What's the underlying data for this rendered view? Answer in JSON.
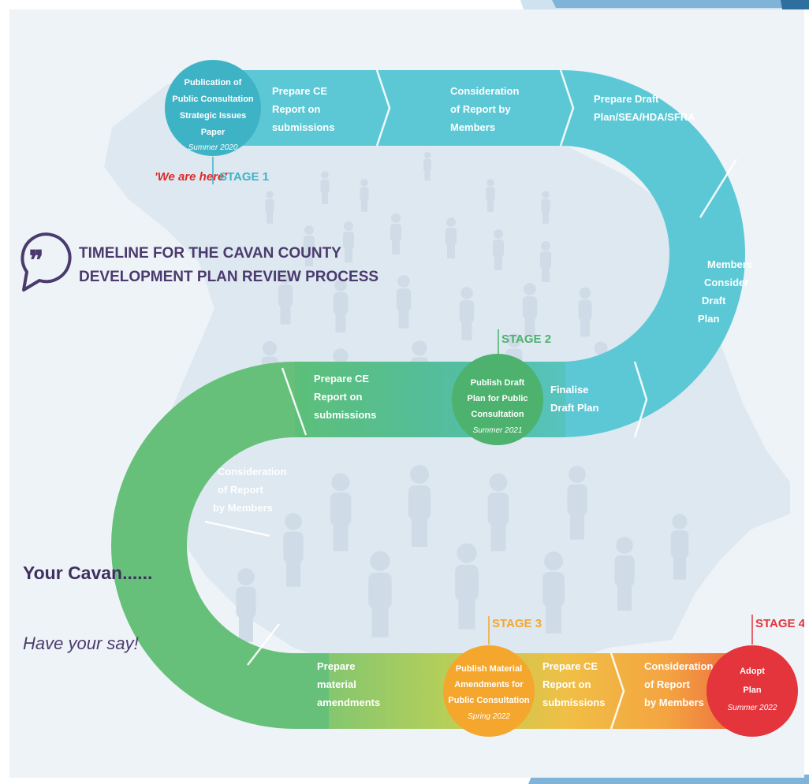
{
  "colors": {
    "stage1": "#3fb3c6",
    "stage2": "#4cb26d",
    "stage3": "#f4a62d",
    "stage4": "#e4343c",
    "path_cyan": "#5cc8d6",
    "path_green": "#62c07a",
    "heading_purple": "#4b3a6e",
    "we_are_here_red": "#e02a2a"
  },
  "title": {
    "line1": "TIMELINE FOR THE CAVAN COUNTY",
    "line2": "DEVELOPMENT PLAN REVIEW PROCESS",
    "icon": "speech-bubble-quote-icon"
  },
  "tagline": {
    "your_cavan": "Your Cavan......",
    "have_your_say": "Have your say!"
  },
  "marker": {
    "we_are_here": "'We are here'"
  },
  "milestones": [
    {
      "stage": "STAGE 1",
      "lines": [
        "Publication of",
        "Public Consultation",
        "Strategic Issues",
        "Paper"
      ],
      "date": "Summer 2020"
    },
    {
      "stage": "STAGE 2",
      "lines": [
        "Publish Draft",
        "Plan for Public",
        "Consultation"
      ],
      "date": "Summer 2021"
    },
    {
      "stage": "STAGE 3",
      "lines": [
        "Publish Material",
        "Amendments for",
        "Public Consultation"
      ],
      "date": "Spring 2022"
    },
    {
      "stage": "STAGE 4",
      "lines": [
        "Adopt",
        "Plan"
      ],
      "date": "Summer 2022"
    }
  ],
  "steps": {
    "row1": [
      [
        "Prepare CE",
        "Report on",
        "submissions"
      ],
      [
        "Consideration",
        "of Report by",
        "Members"
      ],
      [
        "Prepare Draft",
        "Plan/SEA/HDA/SFRA"
      ]
    ],
    "right_curve": [
      "Members",
      "Consider",
      "Draft",
      "Plan"
    ],
    "row2_finalise": [
      "Finalise",
      "Draft Plan"
    ],
    "row2_prepare": [
      "Prepare CE",
      "Report on",
      "submissions"
    ],
    "left_curve": [
      "Consideration",
      "of Report",
      "by Members"
    ],
    "row3": [
      [
        "Prepare",
        "material",
        "amendments"
      ],
      [
        "Prepare CE",
        "Report on",
        "submissions"
      ],
      [
        "Consideration",
        "of Report",
        "by Members"
      ]
    ]
  }
}
